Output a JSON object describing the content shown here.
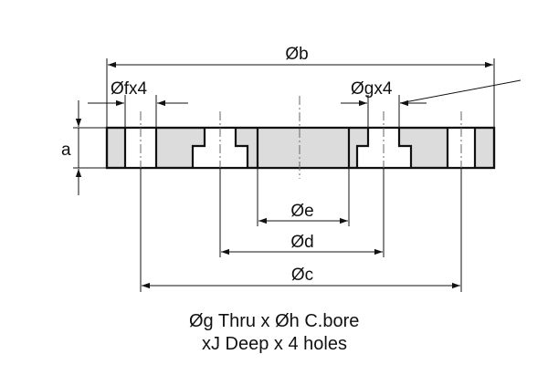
{
  "labels": {
    "dia_b": "Øb",
    "dia_f": "Øfx4",
    "dia_g": "Øgx4",
    "dim_a": "a",
    "dia_e": "Øe",
    "dia_d": "Ød",
    "dia_c": "Øc"
  },
  "note": {
    "line1": "Øg Thru x Øh C.bore",
    "line2": "xJ Deep x 4 holes"
  },
  "colors": {
    "line": "#111111",
    "section_fill": "#dcdcdc",
    "center_line": "#666666"
  }
}
